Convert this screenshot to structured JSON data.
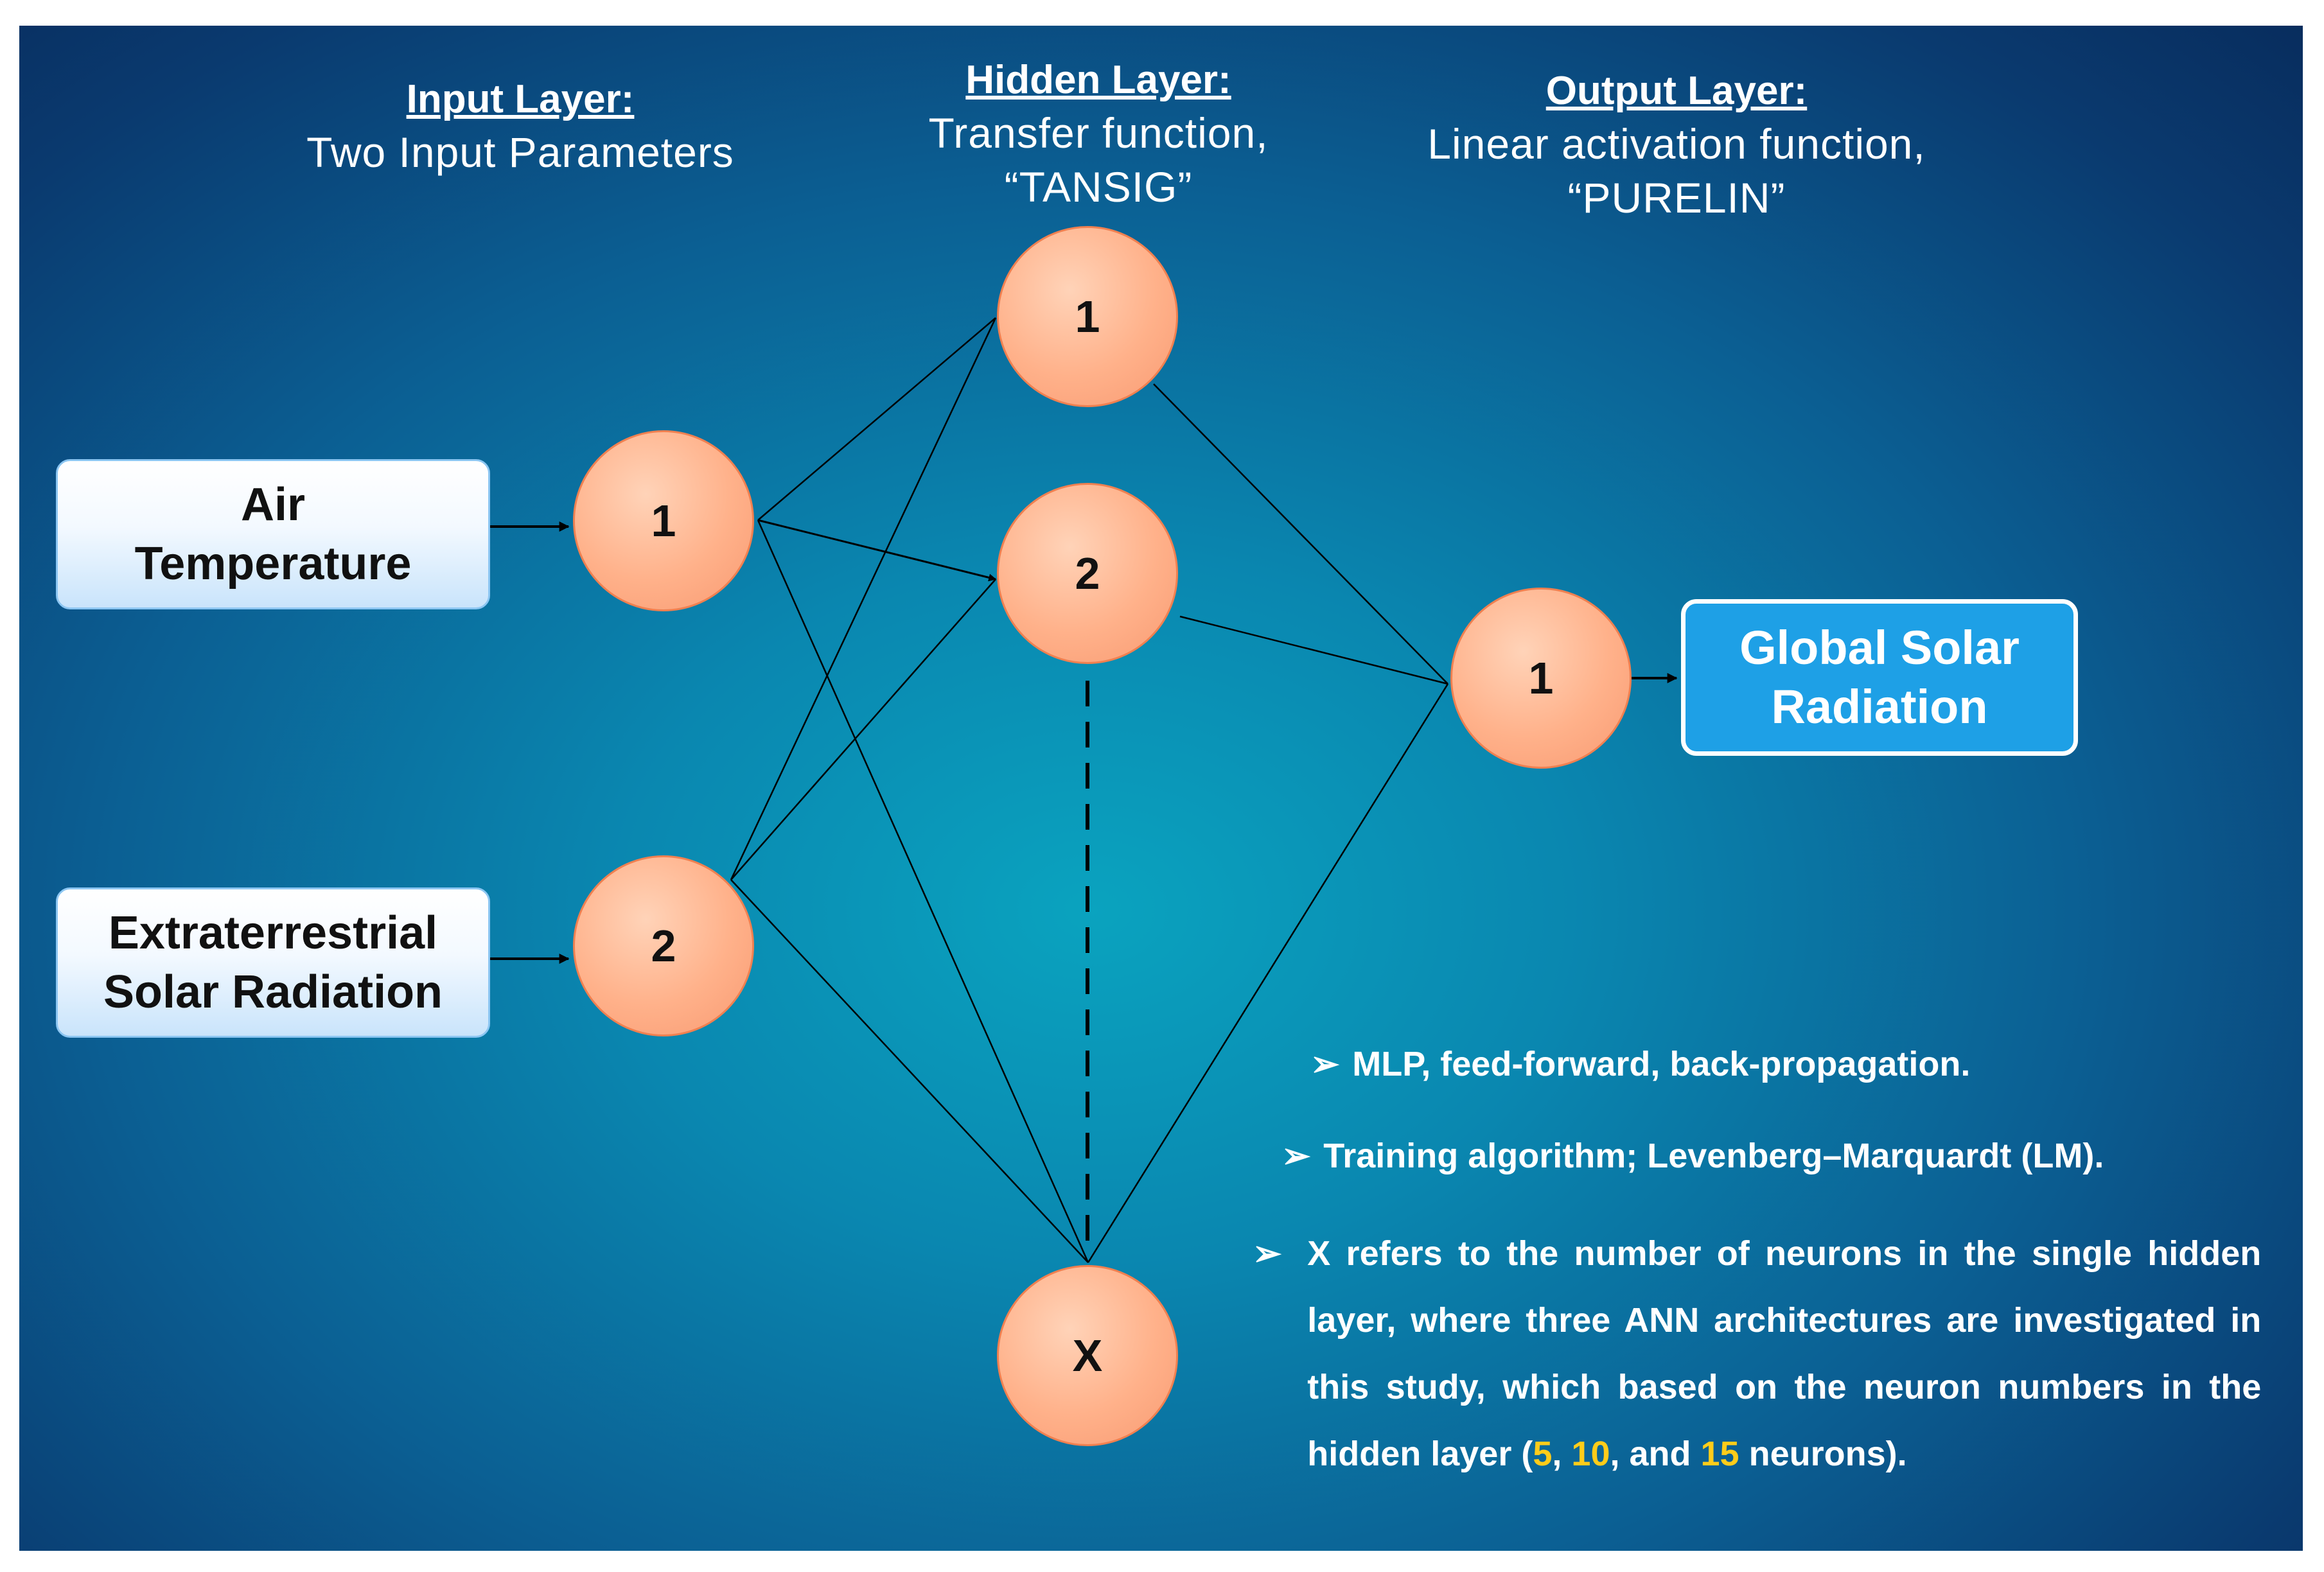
{
  "headers": {
    "input": {
      "title": "Input Layer:",
      "subtitle": "Two Input Parameters"
    },
    "hidden": {
      "title": "Hidden Layer:",
      "subtitle_line1": "Transfer function,",
      "subtitle_line2": "“TANSIG”"
    },
    "output": {
      "title": "Output Layer:",
      "subtitle_line1": "Linear activation function,",
      "subtitle_line2": "“PURELIN”"
    }
  },
  "inputs": [
    {
      "line1": "Air",
      "line2": "Temperature"
    },
    {
      "line1": "Extraterrestrial",
      "line2": "Solar Radiation"
    }
  ],
  "input_nodes": [
    "1",
    "2"
  ],
  "hidden_nodes": [
    "1",
    "2",
    "X"
  ],
  "output_nodes": [
    "1"
  ],
  "output": {
    "line1": "Global Solar",
    "line2": "Radiation"
  },
  "notes": {
    "note1": "MLP, feed-forward, back-propagation.",
    "note2": "Training algorithm; Levenberg–Marquardt (LM).",
    "note3_prefix": "X refers to the number of neurons in the single hidden layer, where three ANN architectures are investigated in this study, which based on the neuron numbers in the hidden layer (",
    "note3_n1": "5",
    "note3_sep1": ", ",
    "note3_n2": "10",
    "note3_sep2": ", and ",
    "note3_n3": "15",
    "note3_suffix": " neurons)."
  },
  "colors": {
    "background": "#0a87b0",
    "node_fill": "#ffb18a",
    "node_border": "#f08050",
    "output_box": "#1ea0e6",
    "highlight": "#ffcc1a"
  },
  "icons": {
    "bullet": "arrowhead-bullet-icon"
  }
}
